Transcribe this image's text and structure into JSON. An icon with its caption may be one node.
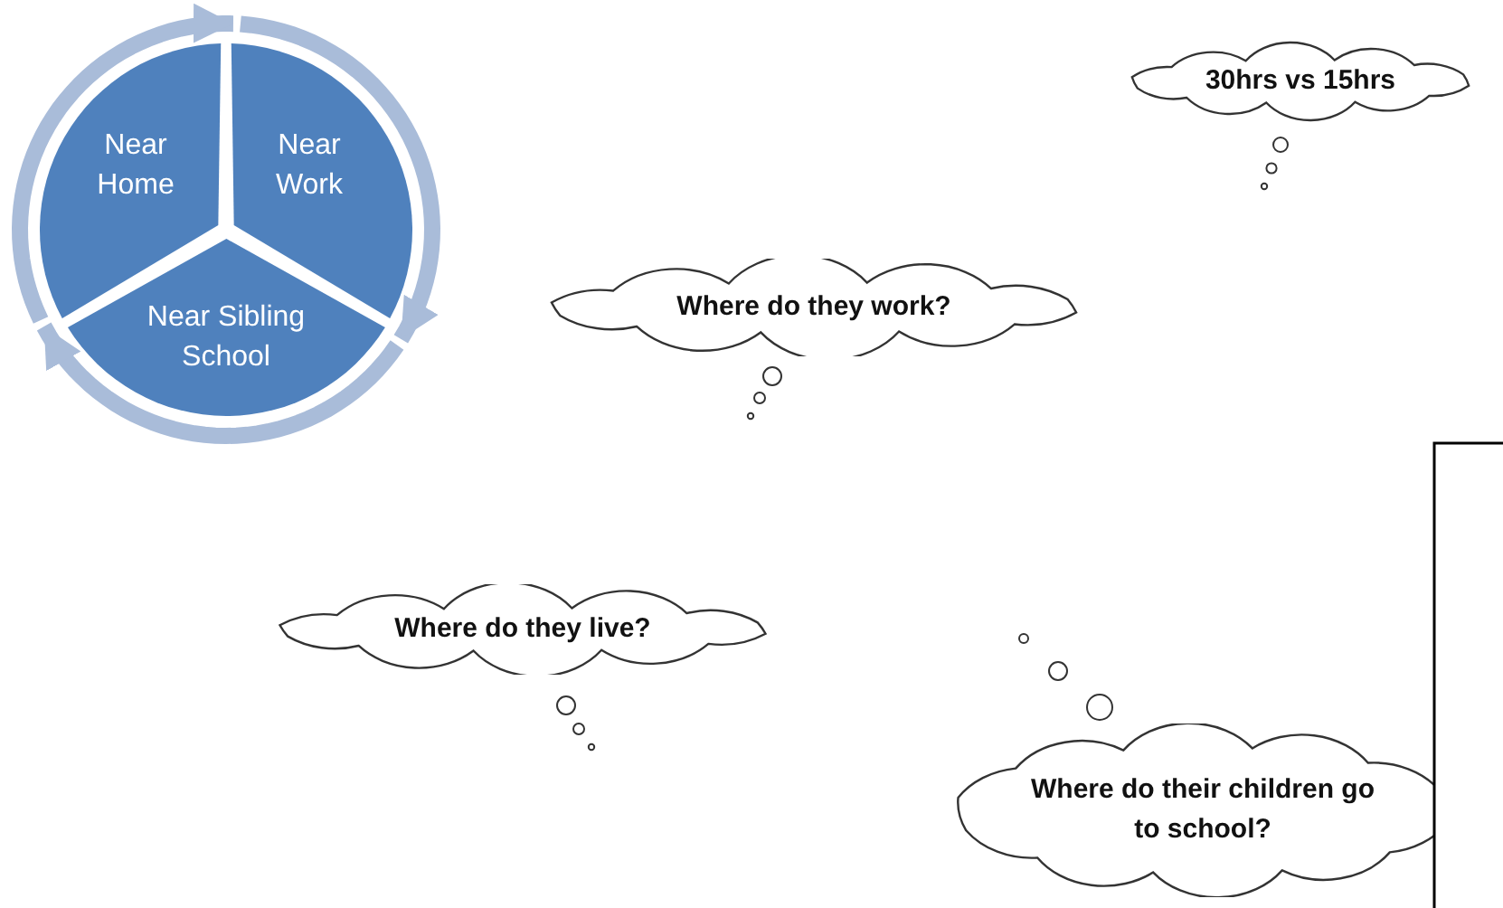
{
  "diagram": {
    "nodes": [
      {
        "text": [
          "Near Home"
        ]
      },
      {
        "text": [
          "Near Work"
        ]
      },
      {
        "text": [
          "Near Sibling School"
        ]
      },
      {
        "text": [
          "30hrs vs 15hrs"
        ]
      },
      {
        "text": [
          "Where do they work?"
        ]
      },
      {
        "text": [
          "Where do they live?"
        ]
      },
      {
        "text": [
          "Where do their children go to school?"
        ]
      }
    ],
    "edges": [
      {
        "from": 0,
        "to": 1,
        "arrow": "to"
      },
      {
        "from": 1,
        "to": 2,
        "arrow": "to"
      },
      {
        "from": 2,
        "to": 0,
        "arrow": "to"
      }
    ]
  }
}
